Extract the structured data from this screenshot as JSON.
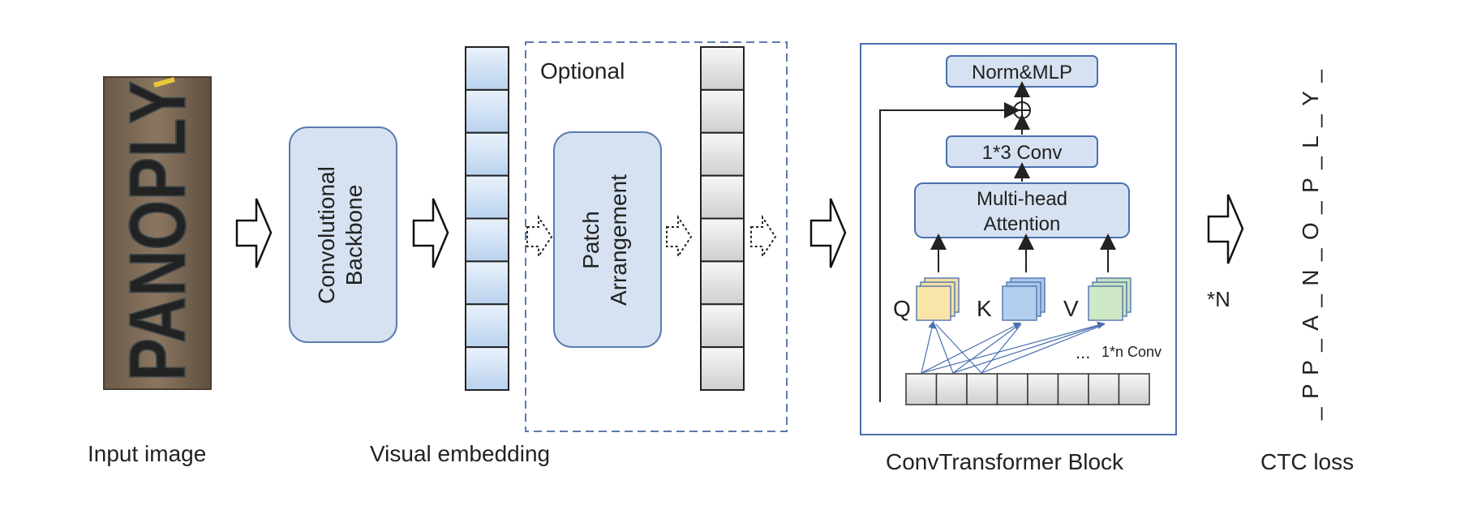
{
  "captions": {
    "input_image": "Input image",
    "visual_embedding": "Visual embedding",
    "convtransformer_block": "ConvTransformer Block",
    "ctc_loss": "CTC loss"
  },
  "optional_label": "Optional",
  "conv_backbone": [
    "Convolutional",
    "Backbone"
  ],
  "patch_arrangement": [
    "Patch",
    "Arrangement"
  ],
  "block": {
    "norm_mlp": "Norm&MLP",
    "conv13": "1*3 Conv",
    "attention": [
      "Multi-head",
      "Attention"
    ],
    "q": "Q",
    "k": "K",
    "v": "V",
    "dots": "...",
    "conv1n": "1*n Conv",
    "oplus": "⊕"
  },
  "repeat_label": "*N",
  "ctc_sequence": "_PP_A_N_O_P_L_Y_",
  "input_image_text": "PANOPLY",
  "colors": {
    "blue_cell": "#c9ddf3",
    "gray_cell": "#e3e3e3",
    "module_fill": "#d6e2f1",
    "module_stroke": "#5b7bb0",
    "dashed": "#5b7bb0",
    "q_fill": "#f5e0a3",
    "k_fill": "#a9c6ec",
    "v_fill": "#c7e3bd"
  }
}
